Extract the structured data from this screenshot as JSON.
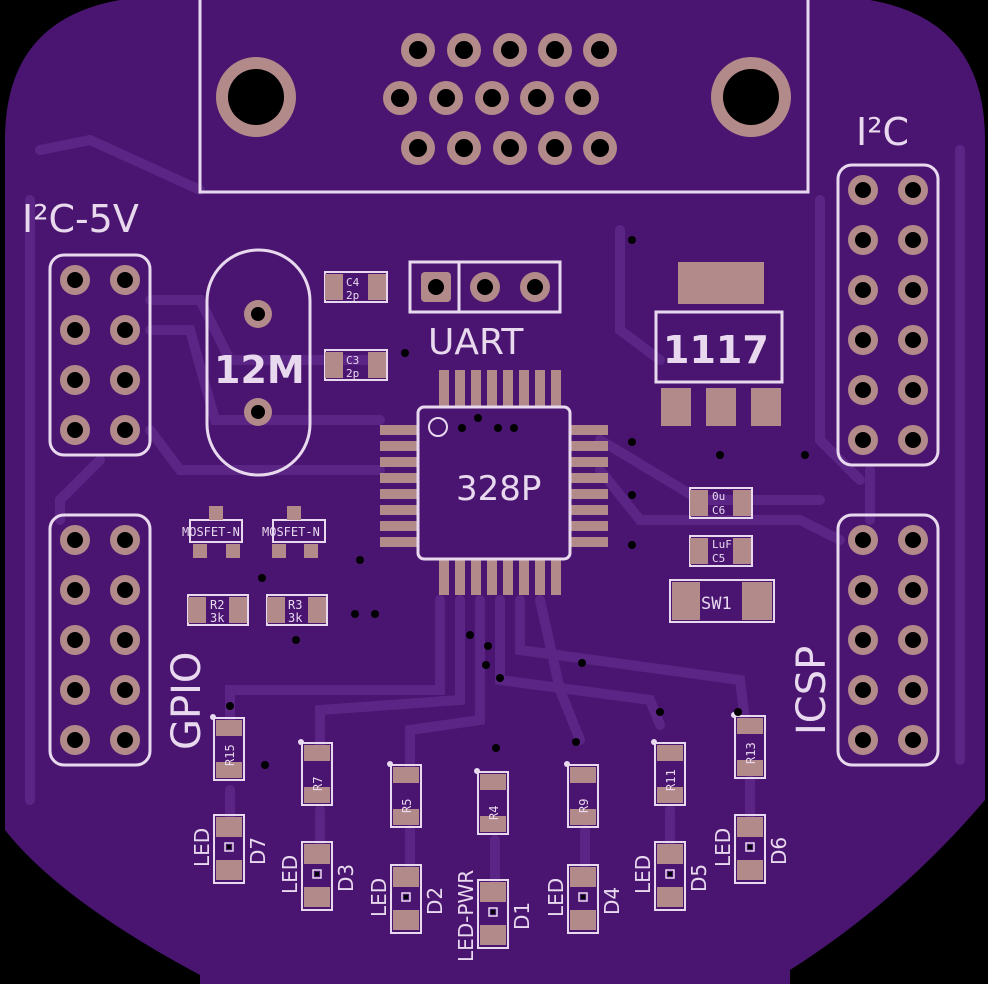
{
  "board": {
    "colors": {
      "background": "#000000",
      "soldermask": "#4a1570",
      "trace": "#5a2585",
      "pad": "#b28a8a",
      "silkscreen": "#e8d9ee",
      "hole": "#000000"
    }
  },
  "labels": {
    "i2c_5v": "I²C-5V",
    "i2c": "I²C",
    "uart": "UART",
    "crystal": "12M",
    "mcu": "328P",
    "regulator": "1117",
    "gpio": "GPIO",
    "icsp": "ICSP",
    "c4": "C4",
    "c4_val": "2p",
    "c3": "C3",
    "c3_val": "2p",
    "mosfet1": "MOSFET-N",
    "mosfet2": "MOSFET-N",
    "r2": "R2",
    "r2_val": "3k",
    "r3": "R3",
    "r3_val": "3k",
    "c6_val": "0u",
    "c6": "C6",
    "c5_val": "LuF",
    "c5": "C5",
    "sw1": "SW1"
  },
  "resistors": [
    {
      "id": "r15",
      "label": "R15"
    },
    {
      "id": "r7",
      "label": "R7"
    },
    {
      "id": "r5",
      "label": "R5"
    },
    {
      "id": "r4",
      "label": "R4"
    },
    {
      "id": "r9",
      "label": "R9"
    },
    {
      "id": "r11",
      "label": "R11"
    },
    {
      "id": "r13",
      "label": "R13"
    }
  ],
  "leds": [
    {
      "id": "d7",
      "designator": "D7",
      "type": "LED"
    },
    {
      "id": "d3",
      "designator": "D3",
      "type": "LED"
    },
    {
      "id": "d2",
      "designator": "D2",
      "type": "LED"
    },
    {
      "id": "d1",
      "designator": "D1",
      "type": "LED-PWR"
    },
    {
      "id": "d4",
      "designator": "D4",
      "type": "LED"
    },
    {
      "id": "d5",
      "designator": "D5",
      "type": "LED"
    },
    {
      "id": "d6",
      "designator": "D6",
      "type": "LED"
    }
  ]
}
